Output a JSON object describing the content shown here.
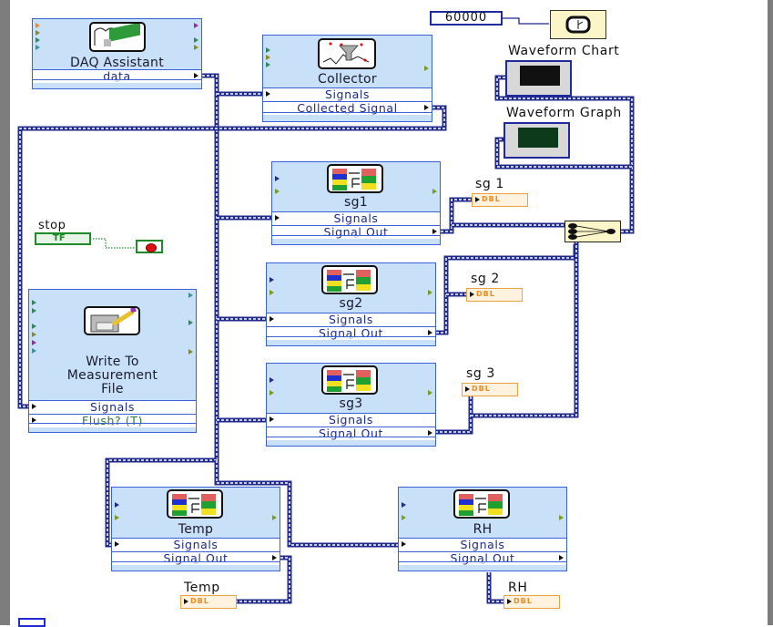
{
  "window": {
    "scrollbar_left": "gray",
    "scrollbar_right": "gray"
  },
  "nodes": {
    "daq": {
      "title": "DAQ Assistant",
      "rows": [
        "data"
      ],
      "icon": "daq-card-icon"
    },
    "collector": {
      "title": "Collector",
      "rows": [
        "Signals",
        "Collected Signal"
      ],
      "icon": "funnel-waveform-icon"
    },
    "sg1": {
      "title": "sg1",
      "rows": [
        "Signals",
        "Signal Out"
      ],
      "icon": "select-signals-icon"
    },
    "sg2": {
      "title": "sg2",
      "rows": [
        "Signals",
        "Signal Out"
      ],
      "icon": "select-signals-icon"
    },
    "sg3": {
      "title": "sg3",
      "rows": [
        "Signals",
        "Signal Out"
      ],
      "icon": "select-signals-icon"
    },
    "write": {
      "title_lines": [
        "Write To",
        "Measurement",
        "File"
      ],
      "rows": [
        "Signals",
        "Flush? (T)"
      ],
      "icon": "write-file-icon"
    },
    "temp": {
      "title": "Temp",
      "rows": [
        "Signals",
        "Signal Out"
      ],
      "icon": "select-signals-icon"
    },
    "rh": {
      "title": "RH",
      "rows": [
        "Signals",
        "Signal Out"
      ],
      "icon": "select-signals-icon"
    }
  },
  "constant": {
    "value": "60000"
  },
  "terminals": {
    "waveform_chart": "Waveform Chart",
    "waveform_graph": "Waveform Graph",
    "stop": {
      "label": "stop",
      "type": "TF"
    },
    "indicators": [
      {
        "label": "sg 1",
        "type": "DBL"
      },
      {
        "label": "sg 2",
        "type": "DBL"
      },
      {
        "label": "sg 3",
        "type": "DBL"
      },
      {
        "label": "Temp",
        "type": "DBL"
      },
      {
        "label": "RH",
        "type": "DBL"
      }
    ]
  },
  "colors": {
    "wire": "#1f2a8a",
    "node_bg": "#c8e0f8",
    "node_border": "#3b5fd6",
    "indicator_orange": "#f0a040",
    "bool_green": "#1f8a2a"
  }
}
